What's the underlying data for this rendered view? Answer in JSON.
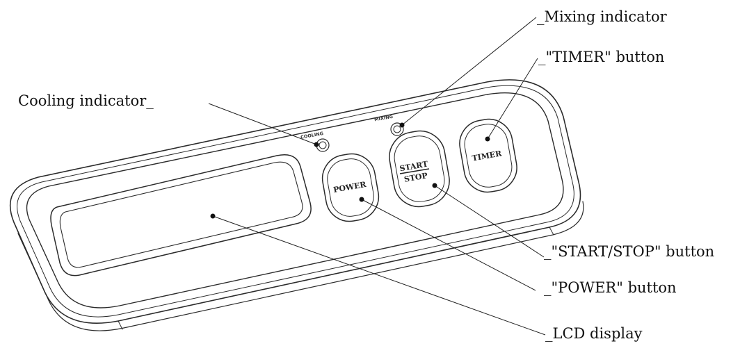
{
  "callouts": {
    "mixing_indicator": "_Mixing indicator",
    "timer_button": "_\"TIMER\" button",
    "cooling_indicator": "Cooling indicator_",
    "start_stop_button": "_\"START/STOP\" button",
    "power_button": "_\"POWER\" button",
    "lcd_display": "_LCD display"
  },
  "panel": {
    "cooling_label": "COOLING",
    "mixing_label": "MIXING",
    "power_label": "POWER",
    "start_label": "START",
    "stop_label": "STOP",
    "timer_label": "TIMER"
  }
}
